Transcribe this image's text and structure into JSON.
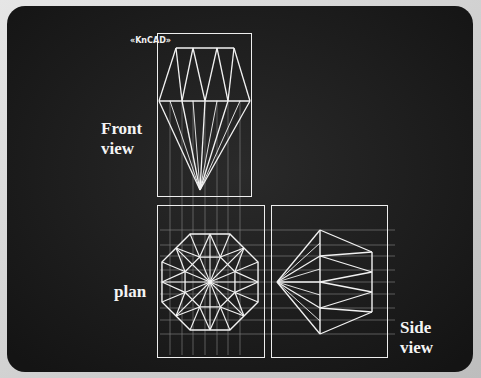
{
  "diagram": {
    "nodes": [
      {
        "text": [
          "Front view"
        ]
      },
      {
        "text": [
          "plan"
        ]
      },
      {
        "text": [
          "Side view"
        ]
      }
    ],
    "labels": [
      "«KnCAD»"
    ]
  }
}
